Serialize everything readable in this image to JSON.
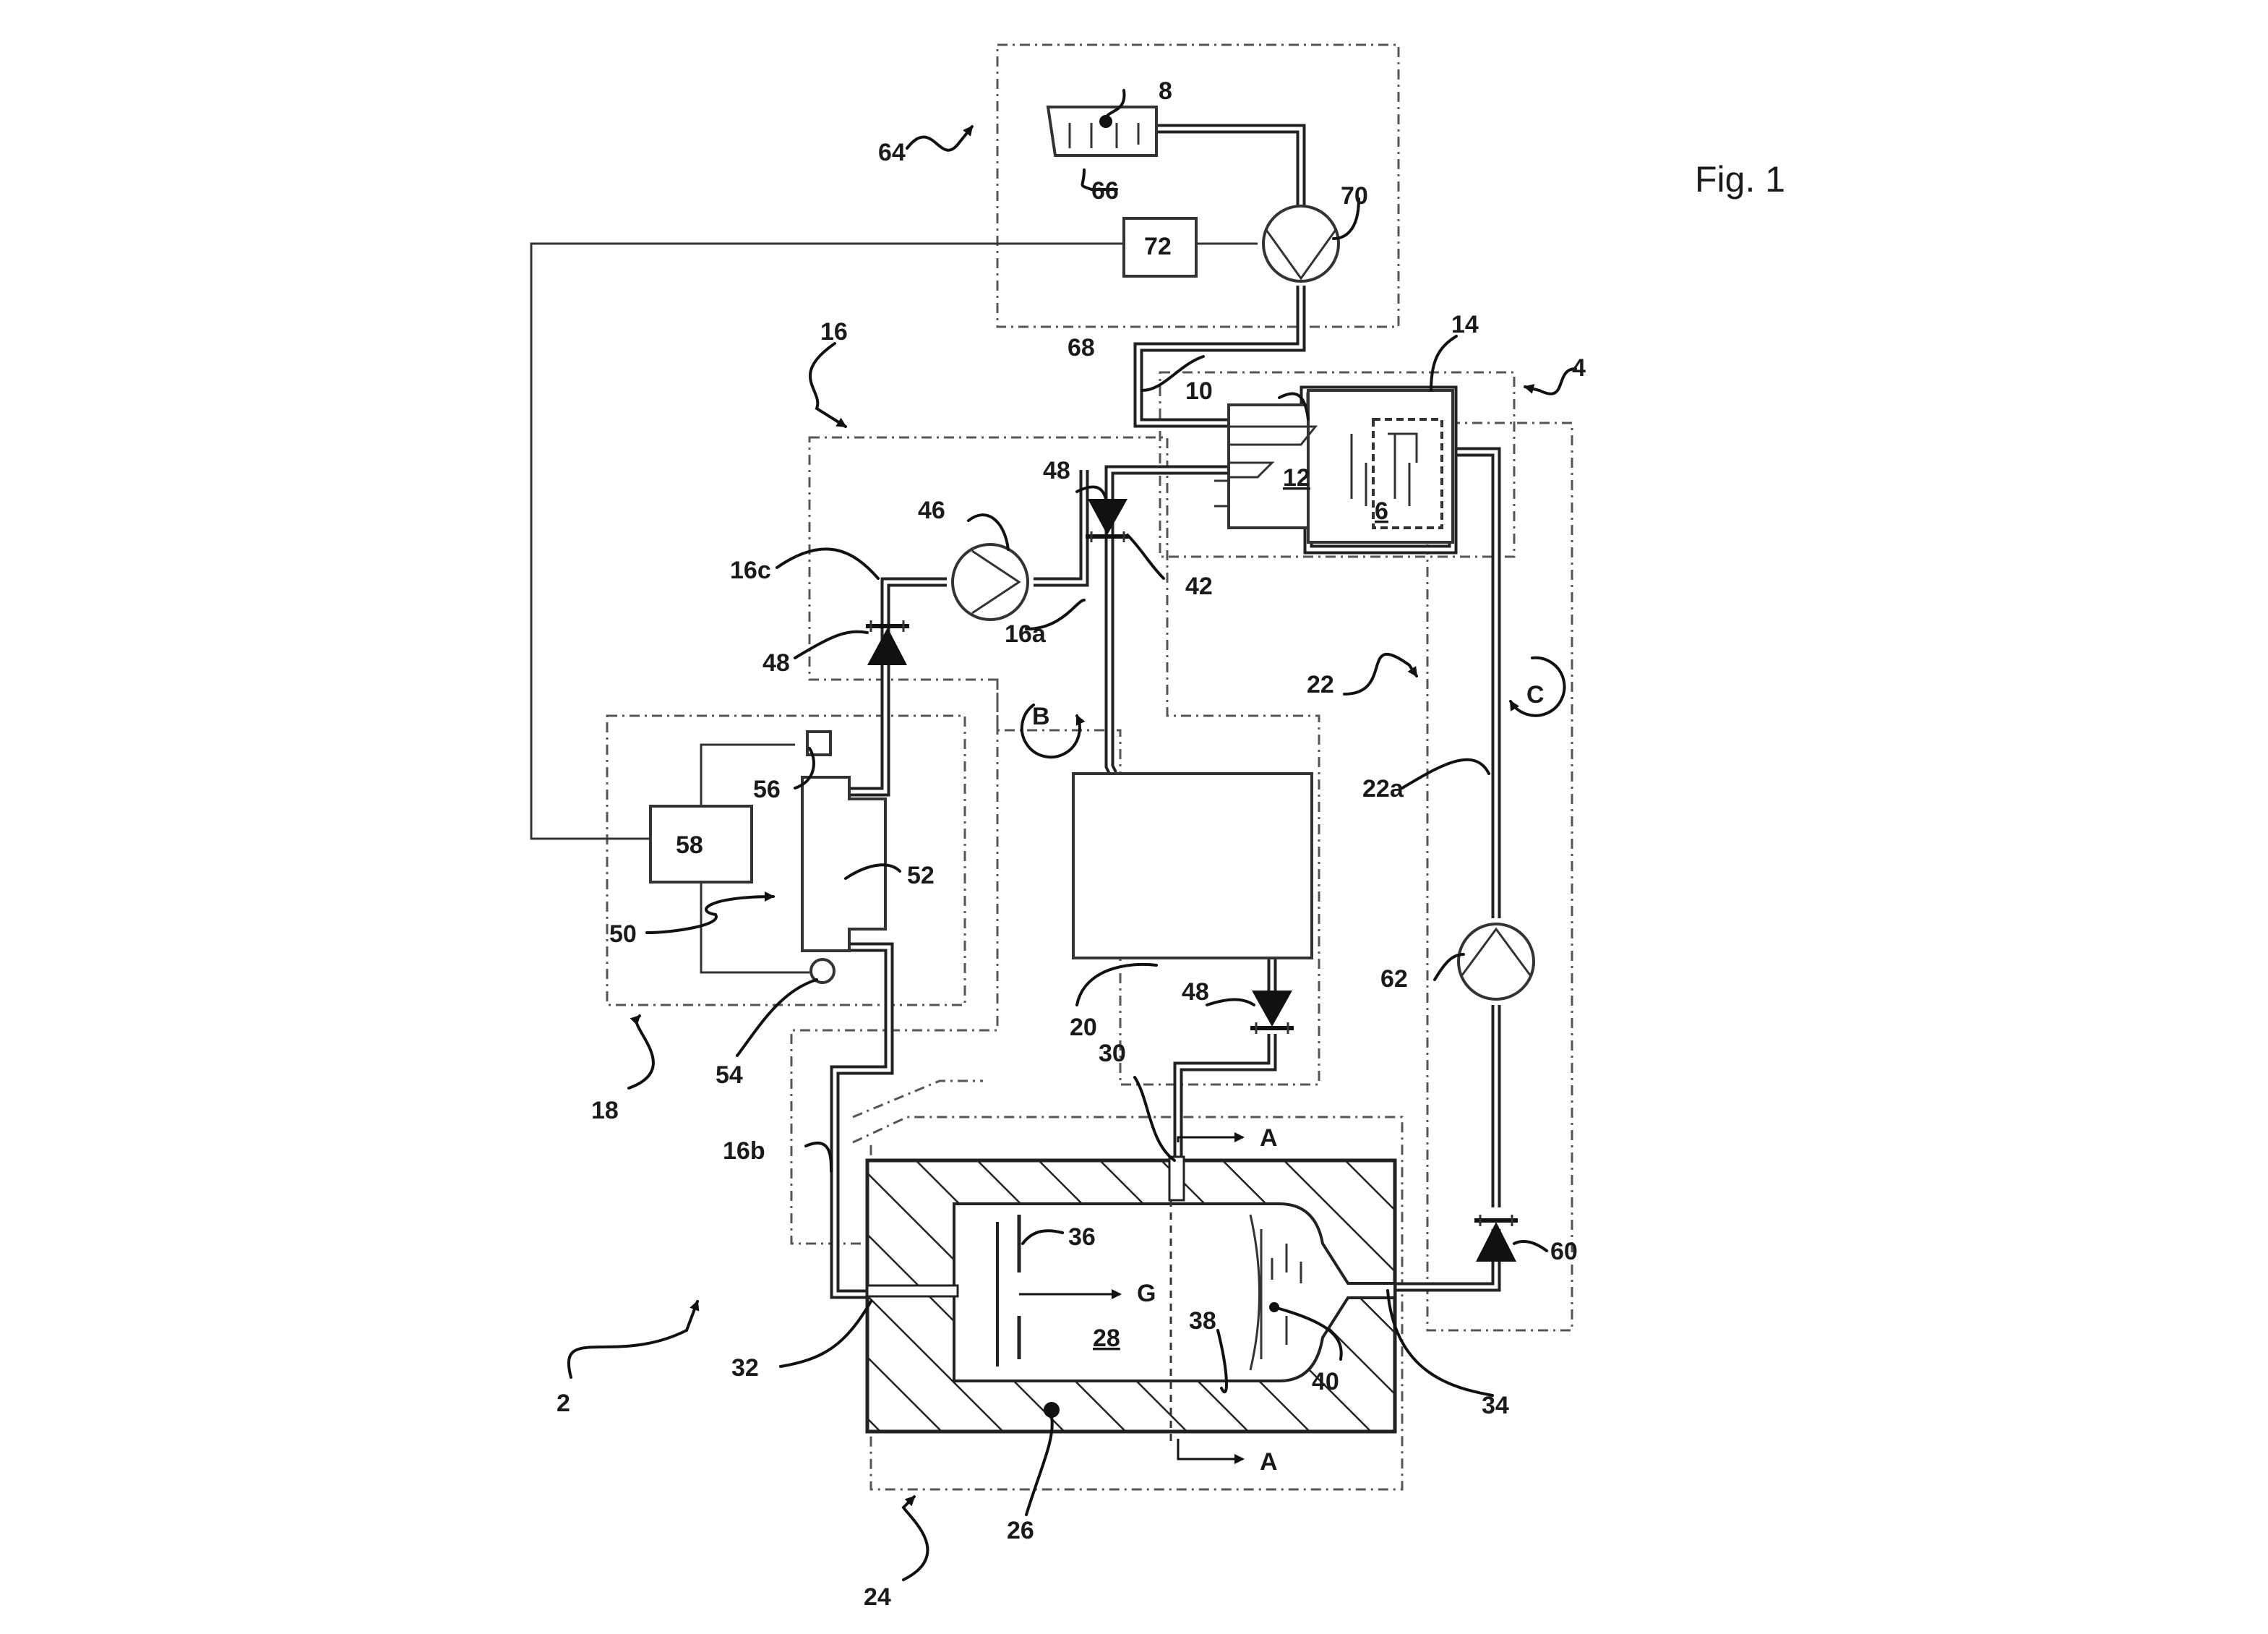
{
  "figure_label": "Fig. 1",
  "labels": {
    "r2": "2",
    "r4": "4",
    "r6": "6",
    "r8": "8",
    "r10": "10",
    "r12": "12",
    "r14": "14",
    "r16": "16",
    "r16a": "16a",
    "r16b": "16b",
    "r16c": "16c",
    "r18": "18",
    "r20": "20",
    "r22": "22",
    "r22a": "22a",
    "r24": "24",
    "r26": "26",
    "r28": "28",
    "r30": "30",
    "r32": "32",
    "r34": "34",
    "r36": "36",
    "r38": "38",
    "r40": "40",
    "r42": "42",
    "r46": "46",
    "r48a": "48",
    "r48b": "48",
    "r48c": "48",
    "r50": "50",
    "r52": "52",
    "r54": "54",
    "r56": "56",
    "r58": "58",
    "r60": "60",
    "r62": "62",
    "r64": "64",
    "r66": "66",
    "r68": "68",
    "r70": "70",
    "r72": "72",
    "B": "B",
    "C": "C",
    "G": "G",
    "A_top": "A",
    "A_bottom": "A"
  }
}
